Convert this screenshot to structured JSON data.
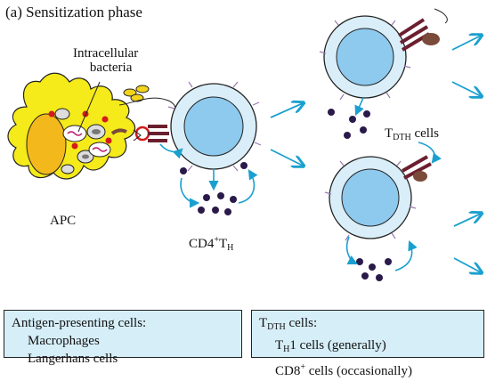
{
  "title": "(a) Sensitization phase",
  "labels": {
    "intracellular_line1": "Intracellular",
    "intracellular_line2": "bacteria",
    "apc": "APC",
    "cd4_main": "CD4",
    "cd4_sup": "+",
    "cd4_t": "T",
    "cd4_sub": "H",
    "tdth_t": "T",
    "tdth_sub": "DTH",
    "tdth_rest": " cells"
  },
  "box_left": {
    "heading": "Antigen-presenting cells:",
    "items": [
      "Macrophages",
      "Langerhans cells"
    ]
  },
  "box_right": {
    "heading_t": "T",
    "heading_sub": "DTH",
    "heading_rest": " cells:",
    "item1_t": "T",
    "item1_sub": "H",
    "item1_rest": "1 cells (generally)",
    "item2_main": "CD8",
    "item2_sup": "+",
    "item2_rest": " cells (occasionally)"
  },
  "colors": {
    "apc_fill": "#f5ea1a",
    "apc_nucleus": "#f2b81c",
    "cell_outer": "#d9eef8",
    "cell_inner": "#8ec9ee",
    "arrow": "#1aa0cf",
    "cytokine": "#2a1a4a",
    "receptor": "#6b1f2e",
    "mhc": "#7a4a3a",
    "box_fill": "#d6eef8"
  }
}
